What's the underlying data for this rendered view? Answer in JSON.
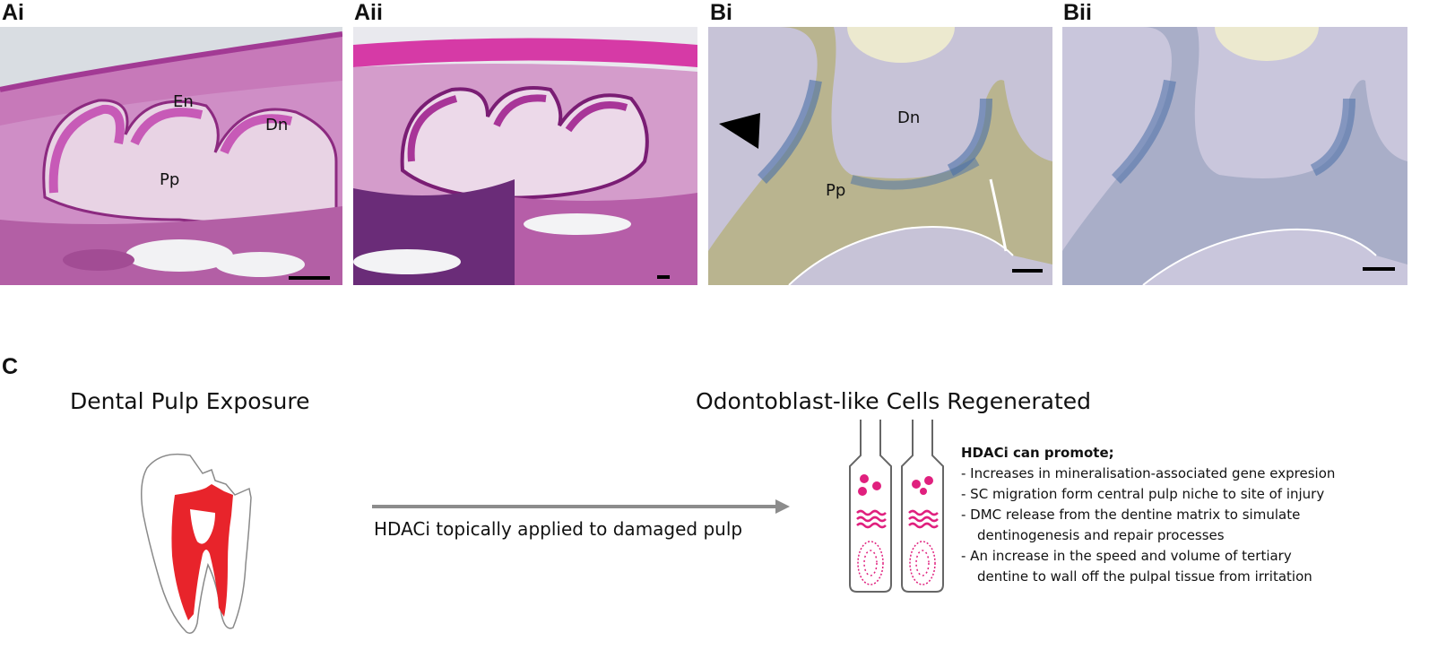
{
  "panels": {
    "ai": {
      "label": "Ai",
      "tissue_labels": {
        "en": "En",
        "dn": "Dn",
        "pp": "Pp"
      }
    },
    "aii": {
      "label": "Aii"
    },
    "bi": {
      "label": "Bi",
      "tissue_labels": {
        "dn": "Dn",
        "pp": "Pp"
      }
    },
    "bii": {
      "label": "Bii"
    },
    "c": {
      "label": "C"
    }
  },
  "schematic": {
    "left_heading": "Dental Pulp Exposure",
    "right_heading": "Odontoblast-like Cells Regenerated",
    "arrow_caption": "HDACi topically applied to damaged pulp",
    "list_title": "HDACi can promote;",
    "list_items": [
      {
        "line1": "- Increases in mineralisation-associated gene expresion",
        "line2": ""
      },
      {
        "line1": "- SC migration form central pulp niche to site of injury",
        "line2": ""
      },
      {
        "line1": "- DMC release from the dentine matrix to simulate",
        "line2": "dentinogenesis and repair processes"
      },
      {
        "line1": "- An increase in the speed and volume of tertiary",
        "line2": "dentine to wall off the pulpal tissue from irritation"
      }
    ]
  },
  "colors": {
    "he_background": "#c779b9",
    "ihc_background": "#c7c3d7",
    "pulp_red": "#e8242b",
    "arrow_gray": "#8c8c8c",
    "magenta": "#e0207e"
  }
}
